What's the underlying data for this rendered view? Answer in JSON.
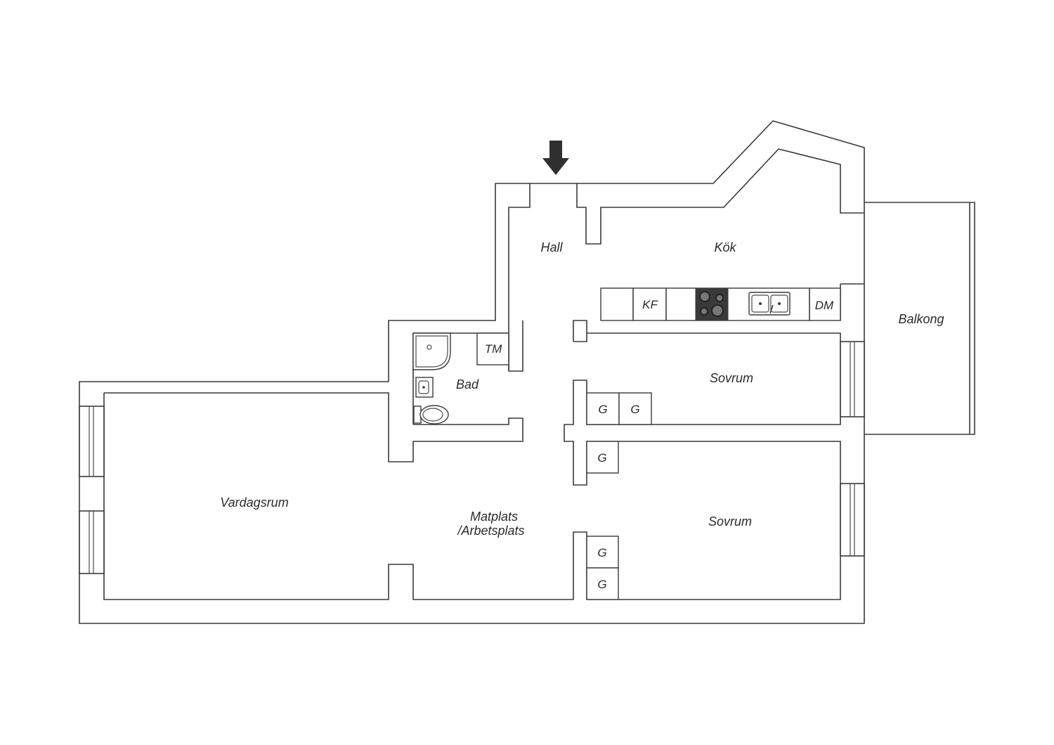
{
  "rooms": {
    "hall": "Hall",
    "kok": "Kök",
    "balkong": "Balkong",
    "bad": "Bad",
    "sovrum_1": "Sovrum",
    "sovrum_2": "Sovrum",
    "vardagsrum": "Vardagsrum",
    "matplats_line1": "Matplats",
    "matplats_line2": "/Arbetsplats"
  },
  "fixtures": {
    "kf": "KF",
    "dm": "DM",
    "tm": "TM",
    "g": "G"
  },
  "entrance_icon": "arrow-down-icon"
}
